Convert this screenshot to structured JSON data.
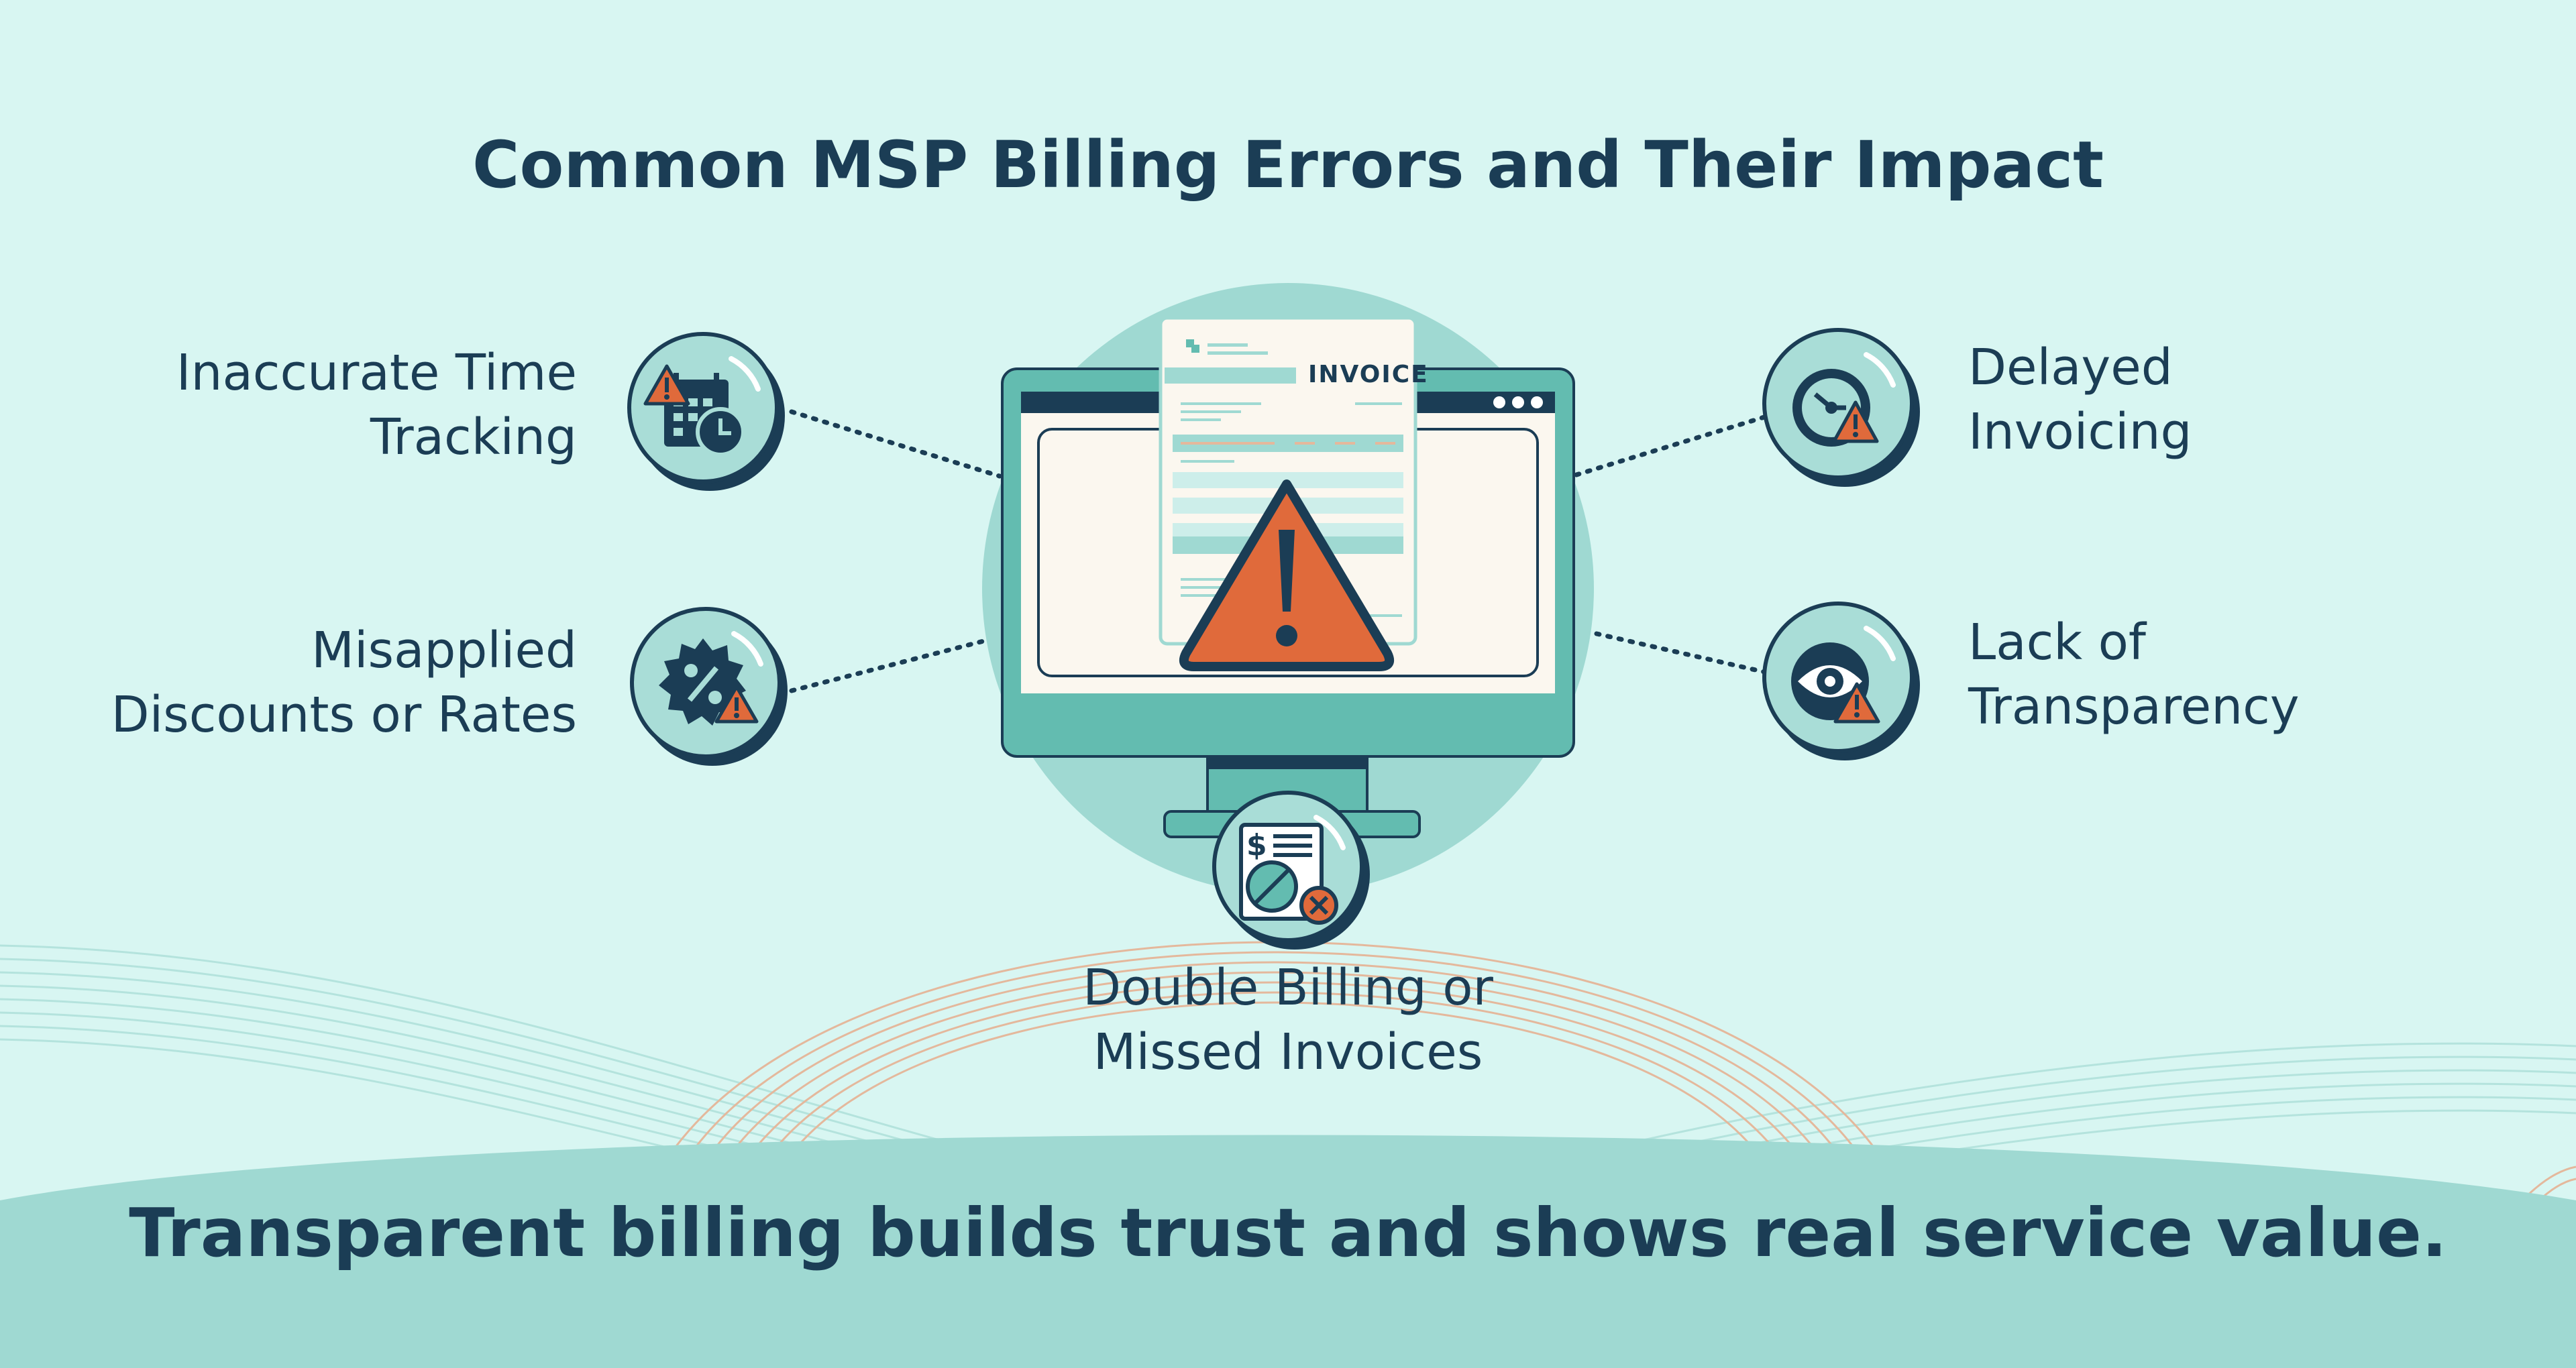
{
  "title": "Common MSP Billing Errors and Their Impact",
  "invoice_label": "INVOICE",
  "errors": [
    {
      "id": "time",
      "lines": [
        "Inaccurate Time",
        "Tracking"
      ],
      "icon": "calendar-clock-warning-icon"
    },
    {
      "id": "discount",
      "lines": [
        "Misapplied",
        "Discounts or Rates"
      ],
      "icon": "percent-badge-warning-icon"
    },
    {
      "id": "delayed",
      "lines": [
        "Delayed",
        "Invoicing"
      ],
      "icon": "clock-warning-icon"
    },
    {
      "id": "transparency",
      "lines": [
        "Lack of",
        "Transparency"
      ],
      "icon": "eye-warning-icon"
    },
    {
      "id": "double",
      "lines": [
        "Double Billing or",
        "Missed Invoices"
      ],
      "icon": "invoice-cancel-icon"
    }
  ],
  "tagline": "Transparent billing builds trust and shows real service value.",
  "colors": {
    "background": "#d8f6f2",
    "text": "#1b3d55",
    "teal": "#63bcb0",
    "teal_light": "#9fd9d2",
    "warning": "#e06a3b",
    "paper": "#fbf7ef"
  }
}
